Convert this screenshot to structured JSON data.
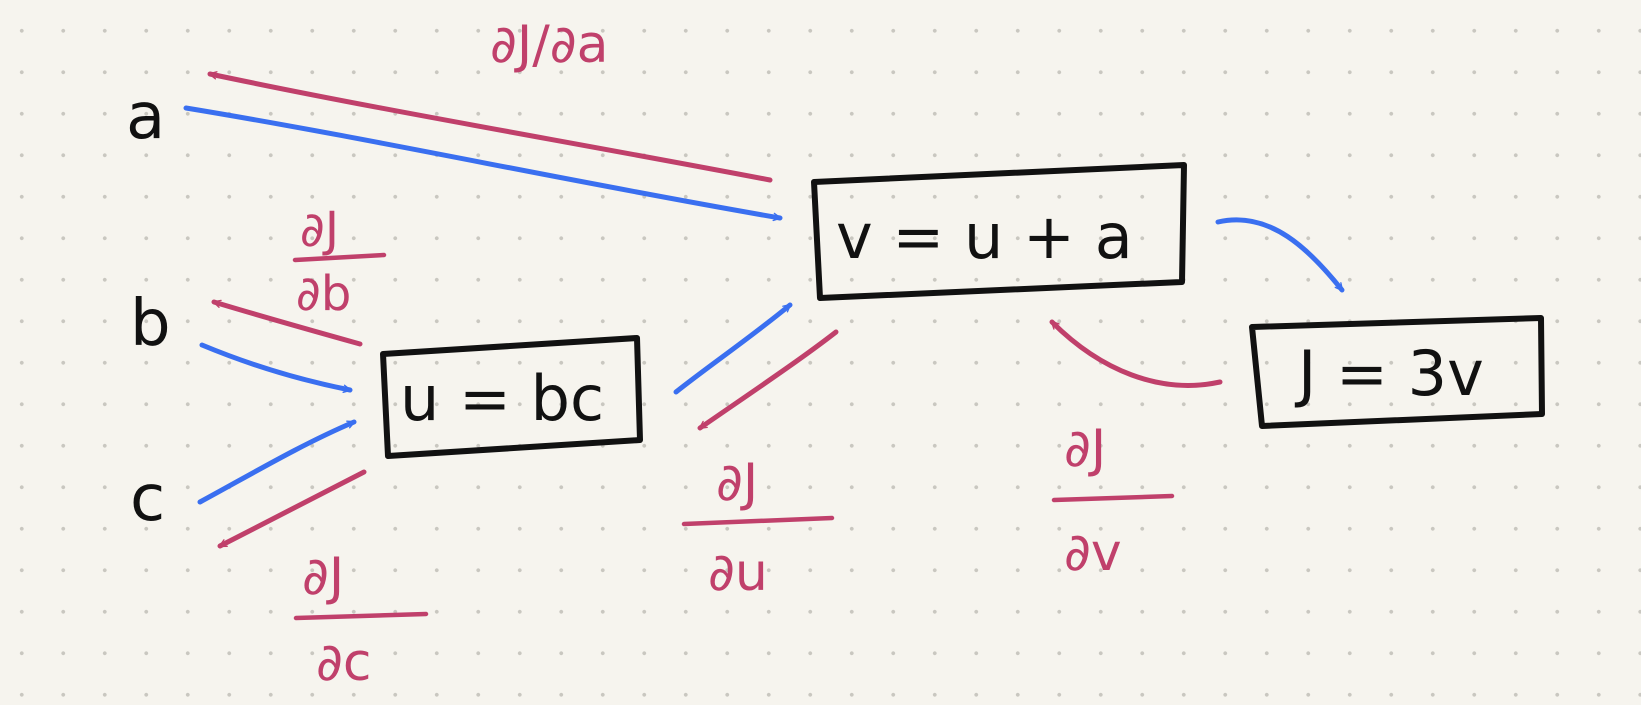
{
  "nodes": {
    "a": "a",
    "b": "b",
    "c": "c"
  },
  "boxes": {
    "u_box": "u = bc",
    "v_box": "v = u + a",
    "j_box": "J = 3v"
  },
  "gradients": {
    "dj_da": "∂J/∂a",
    "dj_db": {
      "num": "∂J",
      "den": "∂b"
    },
    "dj_dc": {
      "num": "∂J",
      "den": "∂c"
    },
    "dj_du": {
      "num": "∂J",
      "den": "∂u"
    },
    "dj_dv": {
      "num": "∂J",
      "den": "∂v"
    }
  },
  "colors": {
    "forward": "#3a6ff0",
    "backward": "#c0406b",
    "ink": "#111111",
    "paper": "#f6f4ee"
  }
}
